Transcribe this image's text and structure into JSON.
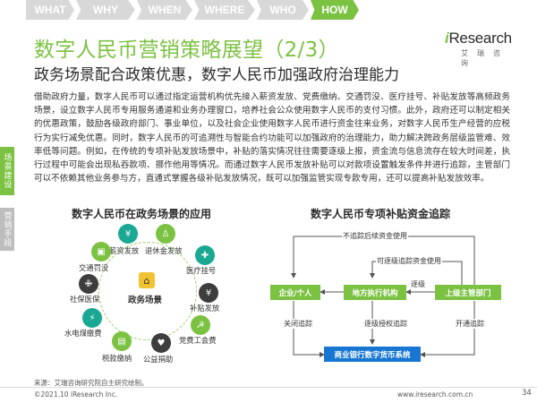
{
  "tabs": [
    "WHAT",
    "WHY",
    "WHEN",
    "WHERE",
    "WHO",
    "HOW"
  ],
  "active_tab": "HOW",
  "logo": {
    "main": "Research",
    "i": "i",
    "sub": "艾瑞咨询"
  },
  "title": "数字人民币营销策略展望（2/3）",
  "subtitle": "政务场景配合政策优惠，数字人民币加强政府治理能力",
  "body": "借助政府力量，数字人民币可以通过指定运营机构优先接入薪资发放、党费缴纳、交通罚没、医疗挂号、补贴发放等高频政务场景，设立数字人民币专用服务通道和业务办理窗口，培养社会公众使用数字人民币的支付习惯。此外，政府还可以制定相关的优惠政策，鼓励各级政府部门、事业单位，以及社会企业使用数字人民币进行资金往来业务，对数字人民币生产经营的应税行为实行减免优惠。同时，数字人民币的可追溯性与智能合约功能可以加强政府的治理能力，助力解决跨政务层级监管难、效率低等问题。例如，在传统的专项补贴发放场景中，补贴的落实情况往往需要逐级上报，资金流与信息流存在较大时间差，执行过程中可能会出现私吞款项、挪作他用等情况。而通过数字人民币发放补贴可以对款项设置触发条件并进行追踪，主管部门可以不依赖其他业务参与方，直通式掌握各级补贴发放情况，既可以加强监管实现专款专用，还可以提高补贴发放效率。",
  "side_tabs": {
    "active": "场景建设",
    "inactive": "营销手段"
  },
  "left_diagram": {
    "heading": "数字人民币在政务场景的应用",
    "center": "政务场景",
    "nodes": [
      "薪资发放",
      "退休金发放",
      "医疗挂号",
      "补贴发放",
      "党费工会费",
      "公益捐助",
      "税款缴纳",
      "水电煤缴费",
      "社保医保",
      "交通罚没"
    ]
  },
  "right_diagram": {
    "heading": "数字人民币专项补贴资金追踪",
    "boxes": {
      "enterprise": "企业/个人",
      "local": "地方执行机构",
      "superior": "上级主管部门",
      "bank": "商业银行数字货币系统"
    },
    "labels": {
      "top": "不追踪后续资金使用",
      "mid": "可逐级追踪资金使用",
      "down": "逐级",
      "close": "关闭追踪",
      "authorize": "逐级授权追踪",
      "open": "开通追踪"
    }
  },
  "source": "来源：艾瑞咨询研究院自主研究绘制。",
  "footer": {
    "left": "©2021.10 iResearch Inc.",
    "right": "www.iresearch.com.cn",
    "page": "34"
  },
  "colors": {
    "accent": "#7cc242",
    "blue": "#1676d2",
    "inactive": "#d8d8d8"
  }
}
